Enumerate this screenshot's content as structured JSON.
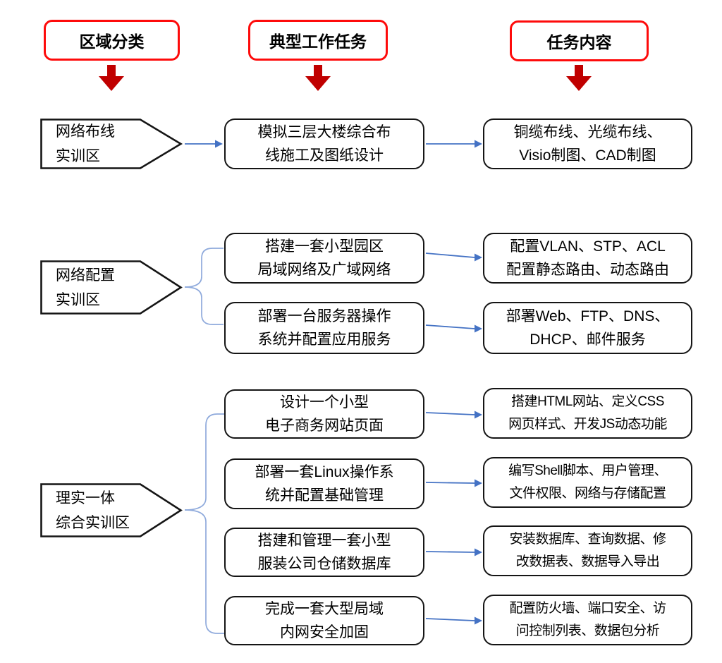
{
  "colors": {
    "header_border": "#fe0b0b",
    "arrow_red": "#c00000",
    "connector_blue": "#4472c4",
    "brace_blue": "#8faadc",
    "box_border": "#151515",
    "text_color": "#000000"
  },
  "columns": [
    {
      "label": "区域分类"
    },
    {
      "label": "典型工作任务"
    },
    {
      "label": "任务内容"
    }
  ],
  "groups": [
    {
      "region": "网络布线\n实训区",
      "rows": [
        {
          "task": "模拟三层大楼综合布\n线施工及图纸设计",
          "content": "铜缆布线、光缆布线、\nVisio制图、CAD制图"
        }
      ]
    },
    {
      "region": "网络配置\n实训区",
      "rows": [
        {
          "task": "搭建一套小型园区\n局域网络及广域网络",
          "content": "配置VLAN、STP、ACL\n配置静态路由、动态路由"
        },
        {
          "task": "部署一台服务器操作\n系统并配置应用服务",
          "content": "部署Web、FTP、DNS、\nDHCP、邮件服务"
        }
      ]
    },
    {
      "region": "理实一体\n综合实训区",
      "rows": [
        {
          "task": "设计一个小型\n电子商务网站页面",
          "content": "搭建HTML网站、定义CSS\n网页样式、开发JS动态功能"
        },
        {
          "task": "部署一套Linux操作系\n统并配置基础管理",
          "content": "编写Shell脚本、用户管理、\n文件权限、网络与存储配置"
        },
        {
          "task": "搭建和管理一套小型\n服装公司仓储数据库",
          "content": "安装数据库、查询数据、修\n改数据表、数据导入导出"
        },
        {
          "task": "完成一套大型局域\n内网安全加固",
          "content": "配置防火墙、端口安全、访\n问控制列表、数据包分析"
        }
      ]
    }
  ]
}
